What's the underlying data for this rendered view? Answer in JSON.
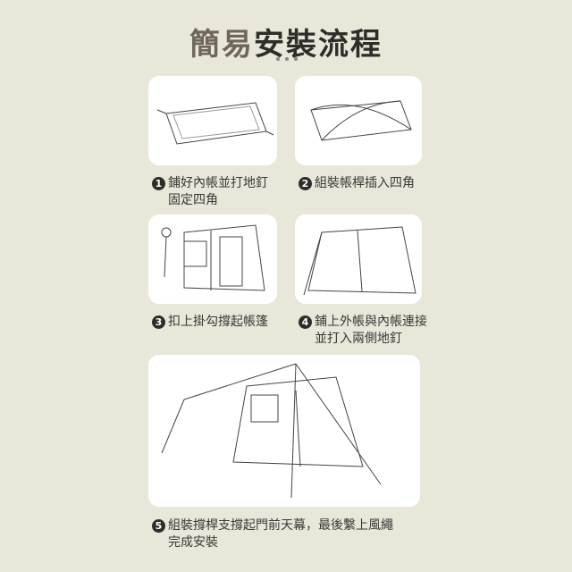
{
  "title": {
    "part1": "簡易",
    "part2": "安裝流程"
  },
  "steps": [
    {
      "number": "1",
      "line1": "鋪好內帳並打地釘",
      "line2": "固定四角"
    },
    {
      "number": "2",
      "line1": "組裝帳桿插入四角",
      "line2": ""
    },
    {
      "number": "3",
      "line1": "扣上掛勾撐起帳篷",
      "line2": ""
    },
    {
      "number": "4",
      "line1": "鋪上外帳與內帳連接",
      "line2": "並打入兩側地釘"
    },
    {
      "number": "5",
      "line1": "組裝撐桿支撐起門前天幕，最後繫上風繩",
      "line2": "完成安裝"
    }
  ]
}
